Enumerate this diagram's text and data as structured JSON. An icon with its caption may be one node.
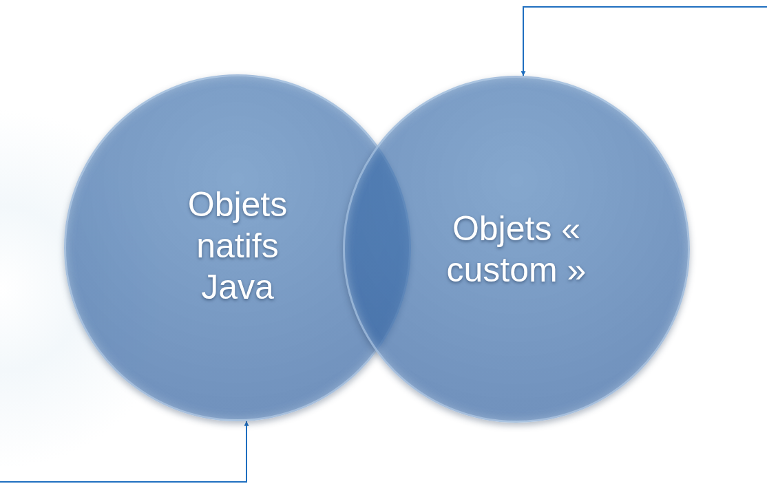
{
  "diagram": {
    "nodes": [
      {
        "text": [
          "Objets natifs Java"
        ]
      },
      {
        "text": [
          "Objets « custom »"
        ]
      }
    ],
    "edges": [
      {
        "from": null,
        "to": 0,
        "arrow": "to"
      },
      {
        "from": null,
        "to": 1,
        "arrow": "to"
      }
    ]
  }
}
